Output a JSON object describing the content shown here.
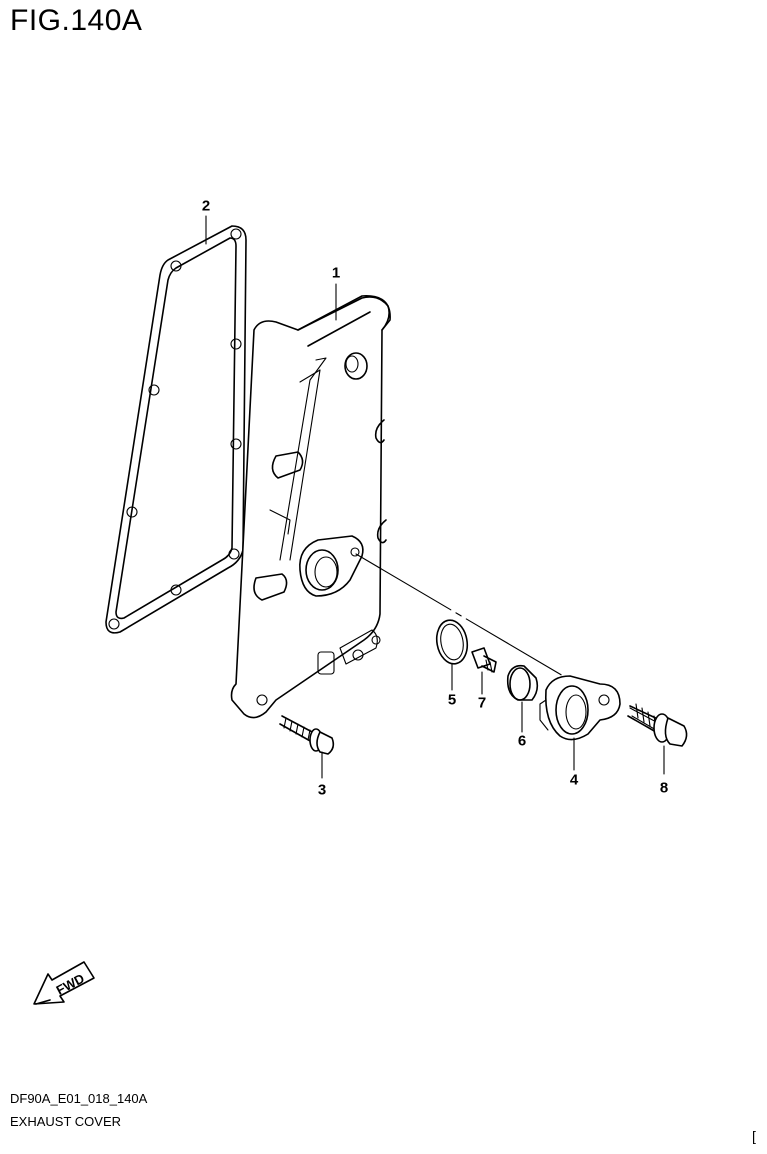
{
  "figure": {
    "title": "FIG.140A",
    "code": "DF90A_E01_018_140A",
    "name": "EXHAUST COVER",
    "corner_mark": "["
  },
  "callouts": [
    {
      "id": "1",
      "label": "1"
    },
    {
      "id": "2",
      "label": "2"
    },
    {
      "id": "3",
      "label": "3"
    },
    {
      "id": "4",
      "label": "4"
    },
    {
      "id": "5",
      "label": "5"
    },
    {
      "id": "6",
      "label": "6"
    },
    {
      "id": "7",
      "label": "7"
    },
    {
      "id": "8",
      "label": "8"
    }
  ],
  "fwd_arrow": {
    "label": "FWD"
  }
}
